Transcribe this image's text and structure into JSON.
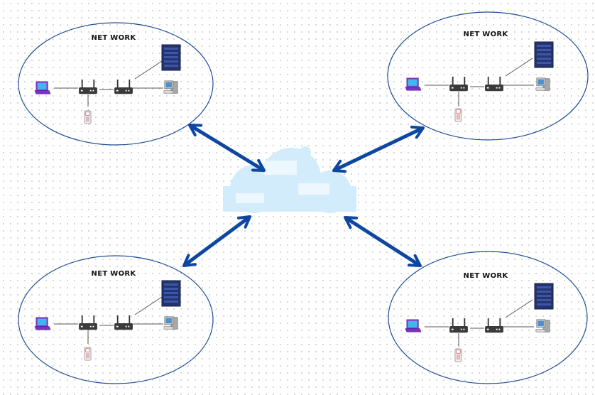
{
  "networks": [
    {
      "label": "NET WORK"
    },
    {
      "label": "NET WORK"
    },
    {
      "label": "NET WORK"
    },
    {
      "label": "NET WORK"
    }
  ],
  "colors": {
    "ellipse_stroke": "#1f4f96",
    "arrow": "#0d47a1",
    "cloud_fill": "#d3ecfc",
    "cloud_light": "#eef8ff",
    "server": "#23346e",
    "router": "#3a3a3a",
    "laptop": "#8a3fd1",
    "laptop_screen": "#3fb8ef",
    "pc_body": "#b8b8b8",
    "pc_screen": "#4f8fd0"
  },
  "icons": [
    "server-icon",
    "laptop-icon",
    "router-icon",
    "desktop-pc-icon",
    "phone-icon",
    "cloud-icon"
  ]
}
